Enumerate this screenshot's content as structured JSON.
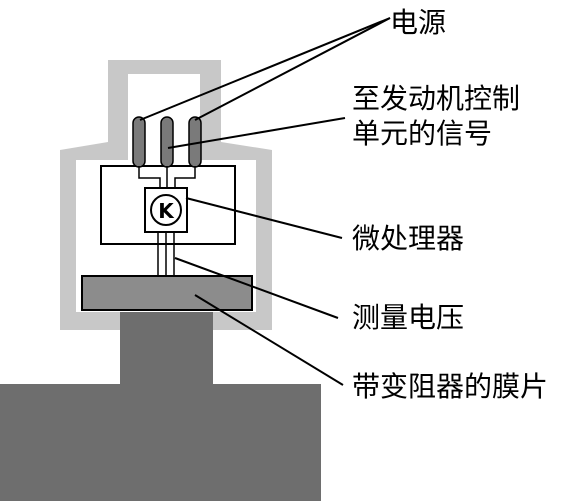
{
  "labels": {
    "power": "电源",
    "signal_line1": "至发动机控制",
    "signal_line2": "单元的信号",
    "microprocessor": "微处理器",
    "measure_voltage": "测量电压",
    "diaphragm": "带变阻器的膜片",
    "chip_letter": "K"
  },
  "colors": {
    "housing_outer": "#c8c8c8",
    "housing_inner": "#ffffff",
    "base_block": "#6e6e6e",
    "diaphragm_fill": "#8c8c8c",
    "pins": "#7a7a7a",
    "outline": "#000000"
  }
}
